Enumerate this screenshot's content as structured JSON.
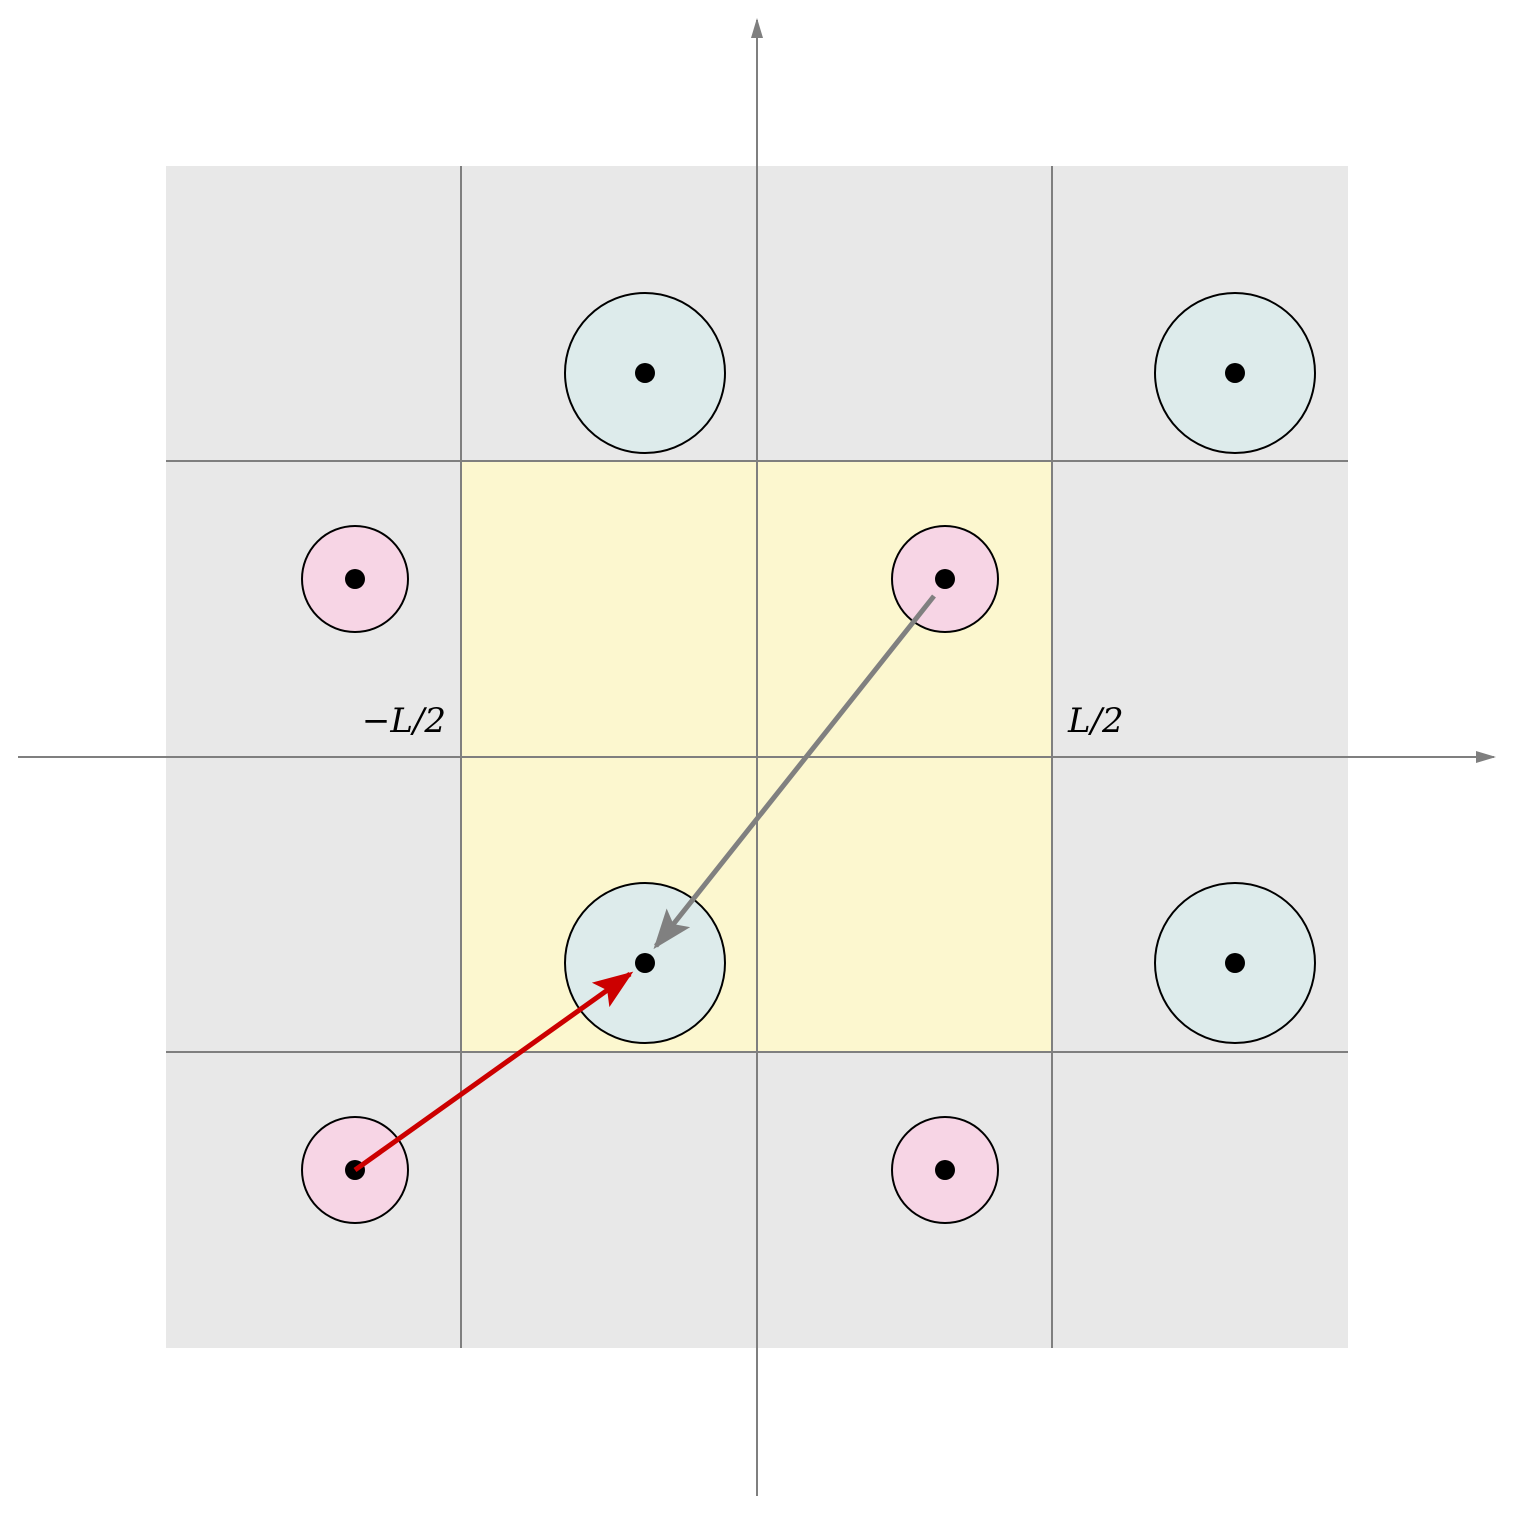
{
  "labels": {
    "neg_half_L": "−L/2",
    "pos_half_L": "L/2"
  },
  "colors": {
    "background": "#ffffff",
    "image_cells": "#e8e8e8",
    "central_cell": "#fcf7cf",
    "grid_lines": "#7f7f7f",
    "large_particle": "#ddebeb",
    "small_particle": "#f7d5e5",
    "particle_outline": "#000000",
    "particle_center": "#000000",
    "red_vector": "#cc0000",
    "gray_vector": "#808080"
  },
  "particles": {
    "large": [
      "central-cell",
      "top-image",
      "top-right-image",
      "right-image"
    ],
    "small": [
      "central-cell",
      "left-image",
      "bottom-left-image",
      "bottom-image"
    ]
  },
  "vectors": [
    {
      "name": "red-minimum-image-vector",
      "from": "small-particle-bottom-left-image",
      "to": "large-particle-central"
    },
    {
      "name": "gray-direct-vector",
      "from": "small-particle-central",
      "to": "large-particle-central"
    }
  ]
}
